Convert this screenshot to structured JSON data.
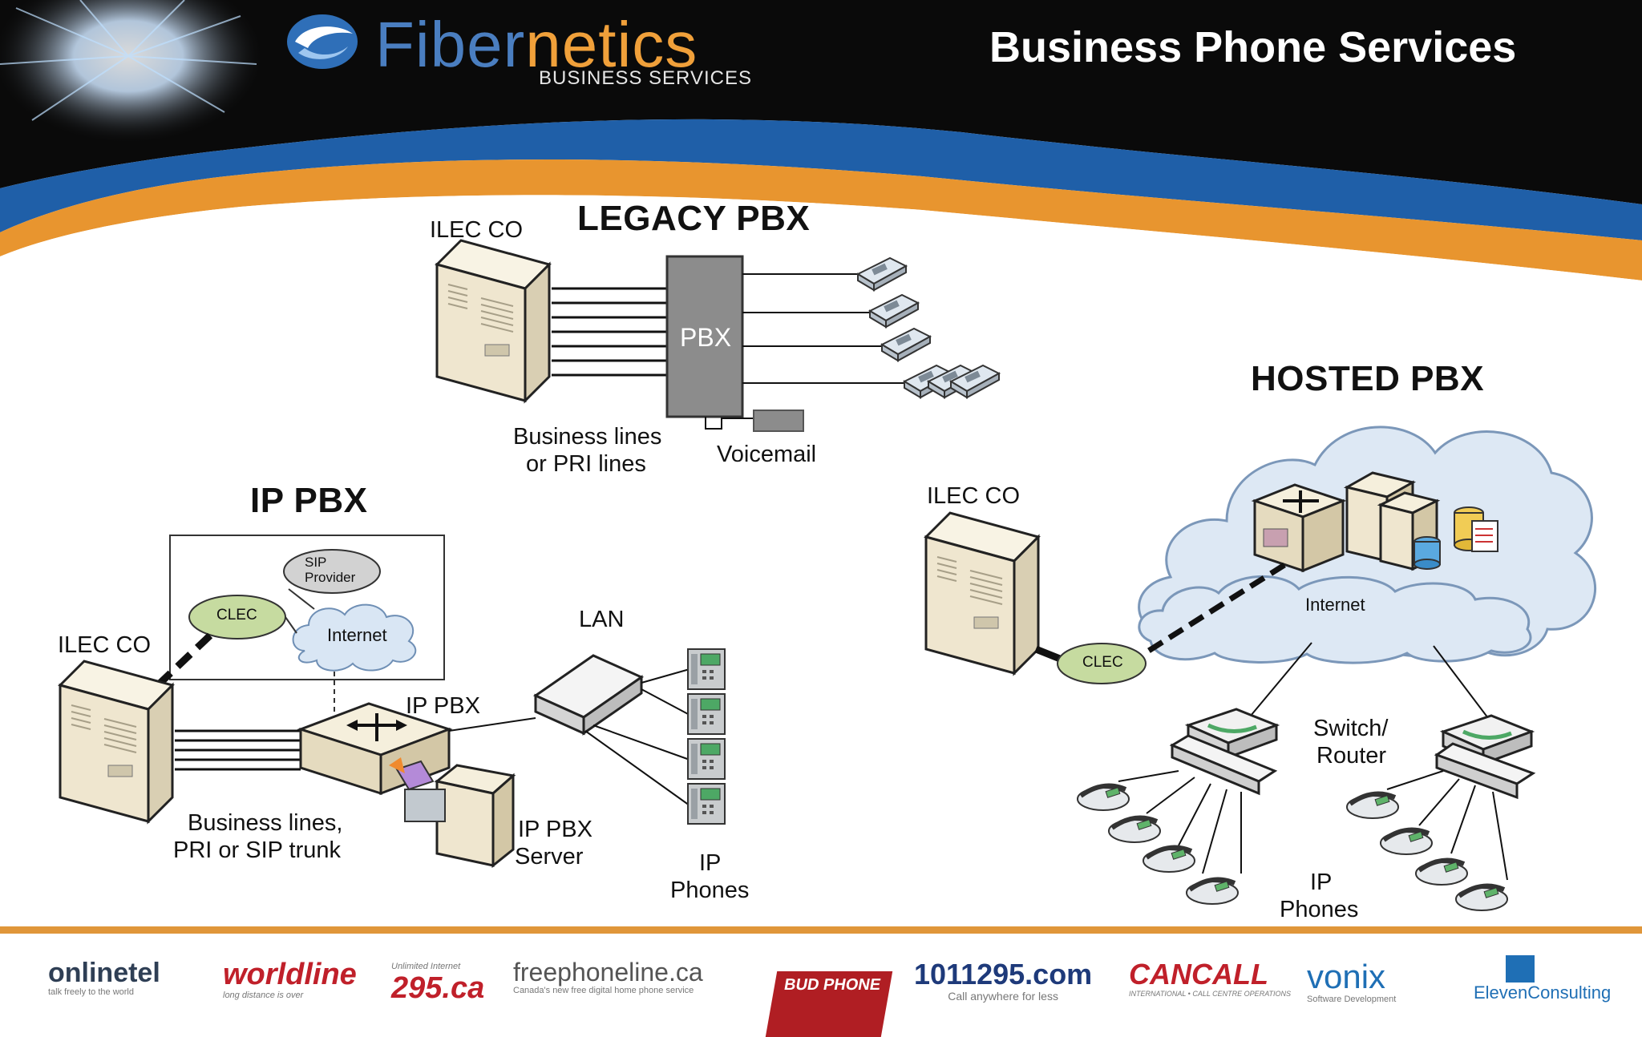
{
  "header": {
    "brand_name_a": "Fiber",
    "brand_name_b": "netics",
    "brand_sub": "BUSINESS SERVICES",
    "page_title": "Business Phone Services"
  },
  "legacy": {
    "title": "LEGACY PBX",
    "ilec": "ILEC CO",
    "pbx": "PBX",
    "lines_1": "Business lines",
    "lines_2": "or PRI lines",
    "voicemail": "Voicemail"
  },
  "ippbx": {
    "title": "IP PBX",
    "ilec": "ILEC CO",
    "sip_1": "SIP",
    "sip_2": "Provider",
    "clec": "CLEC",
    "internet": "Internet",
    "lan": "LAN",
    "device": "IP PBX",
    "lines_1": "Business lines,",
    "lines_2": "PRI or SIP trunk",
    "server_1": "IP PBX",
    "server_2": "Server",
    "phones_1": "IP",
    "phones_2": "Phones"
  },
  "hosted": {
    "title": "HOSTED PBX",
    "ilec": "ILEC CO",
    "internet": "Internet",
    "clec": "CLEC",
    "switch_1": "Switch/",
    "switch_2": "Router",
    "phones_1": "IP",
    "phones_2": "Phones"
  },
  "partners": [
    {
      "name": "onlinetel",
      "sub": "talk freely to the world",
      "color": "#2f3f55"
    },
    {
      "name": "worldline",
      "sub": "long distance is over",
      "color": "#c0202a"
    },
    {
      "name": "295.ca",
      "sub": "Unlimited Internet",
      "color": "#c0202a"
    },
    {
      "name": "freephoneline.ca",
      "sub": "Canada's new free digital home phone service",
      "color": "#555555"
    },
    {
      "name": "BUD PHONE",
      "sub": "",
      "color": "#b01e23"
    },
    {
      "name": "1011295.com",
      "sub": "Call anywhere for less",
      "color": "#1e3a7a"
    },
    {
      "name": "CANCALL",
      "sub": "INTERNATIONAL • CALL CENTRE OPERATIONS",
      "color": "#c0202a"
    },
    {
      "name": "vonix",
      "sub": "Software Development",
      "color": "#1f6fb5"
    },
    {
      "name": "ElevenConsulting",
      "sub": "",
      "color": "#1f6fb5"
    }
  ],
  "colors": {
    "header_dark": "#0a0a0a",
    "blue_swoosh": "#1f5fa8",
    "orange_accent": "#e8952f",
    "pbx_gray": "#8c8c8c",
    "clec_green": "#c6dba0",
    "server_beige": "#efe6cf"
  }
}
